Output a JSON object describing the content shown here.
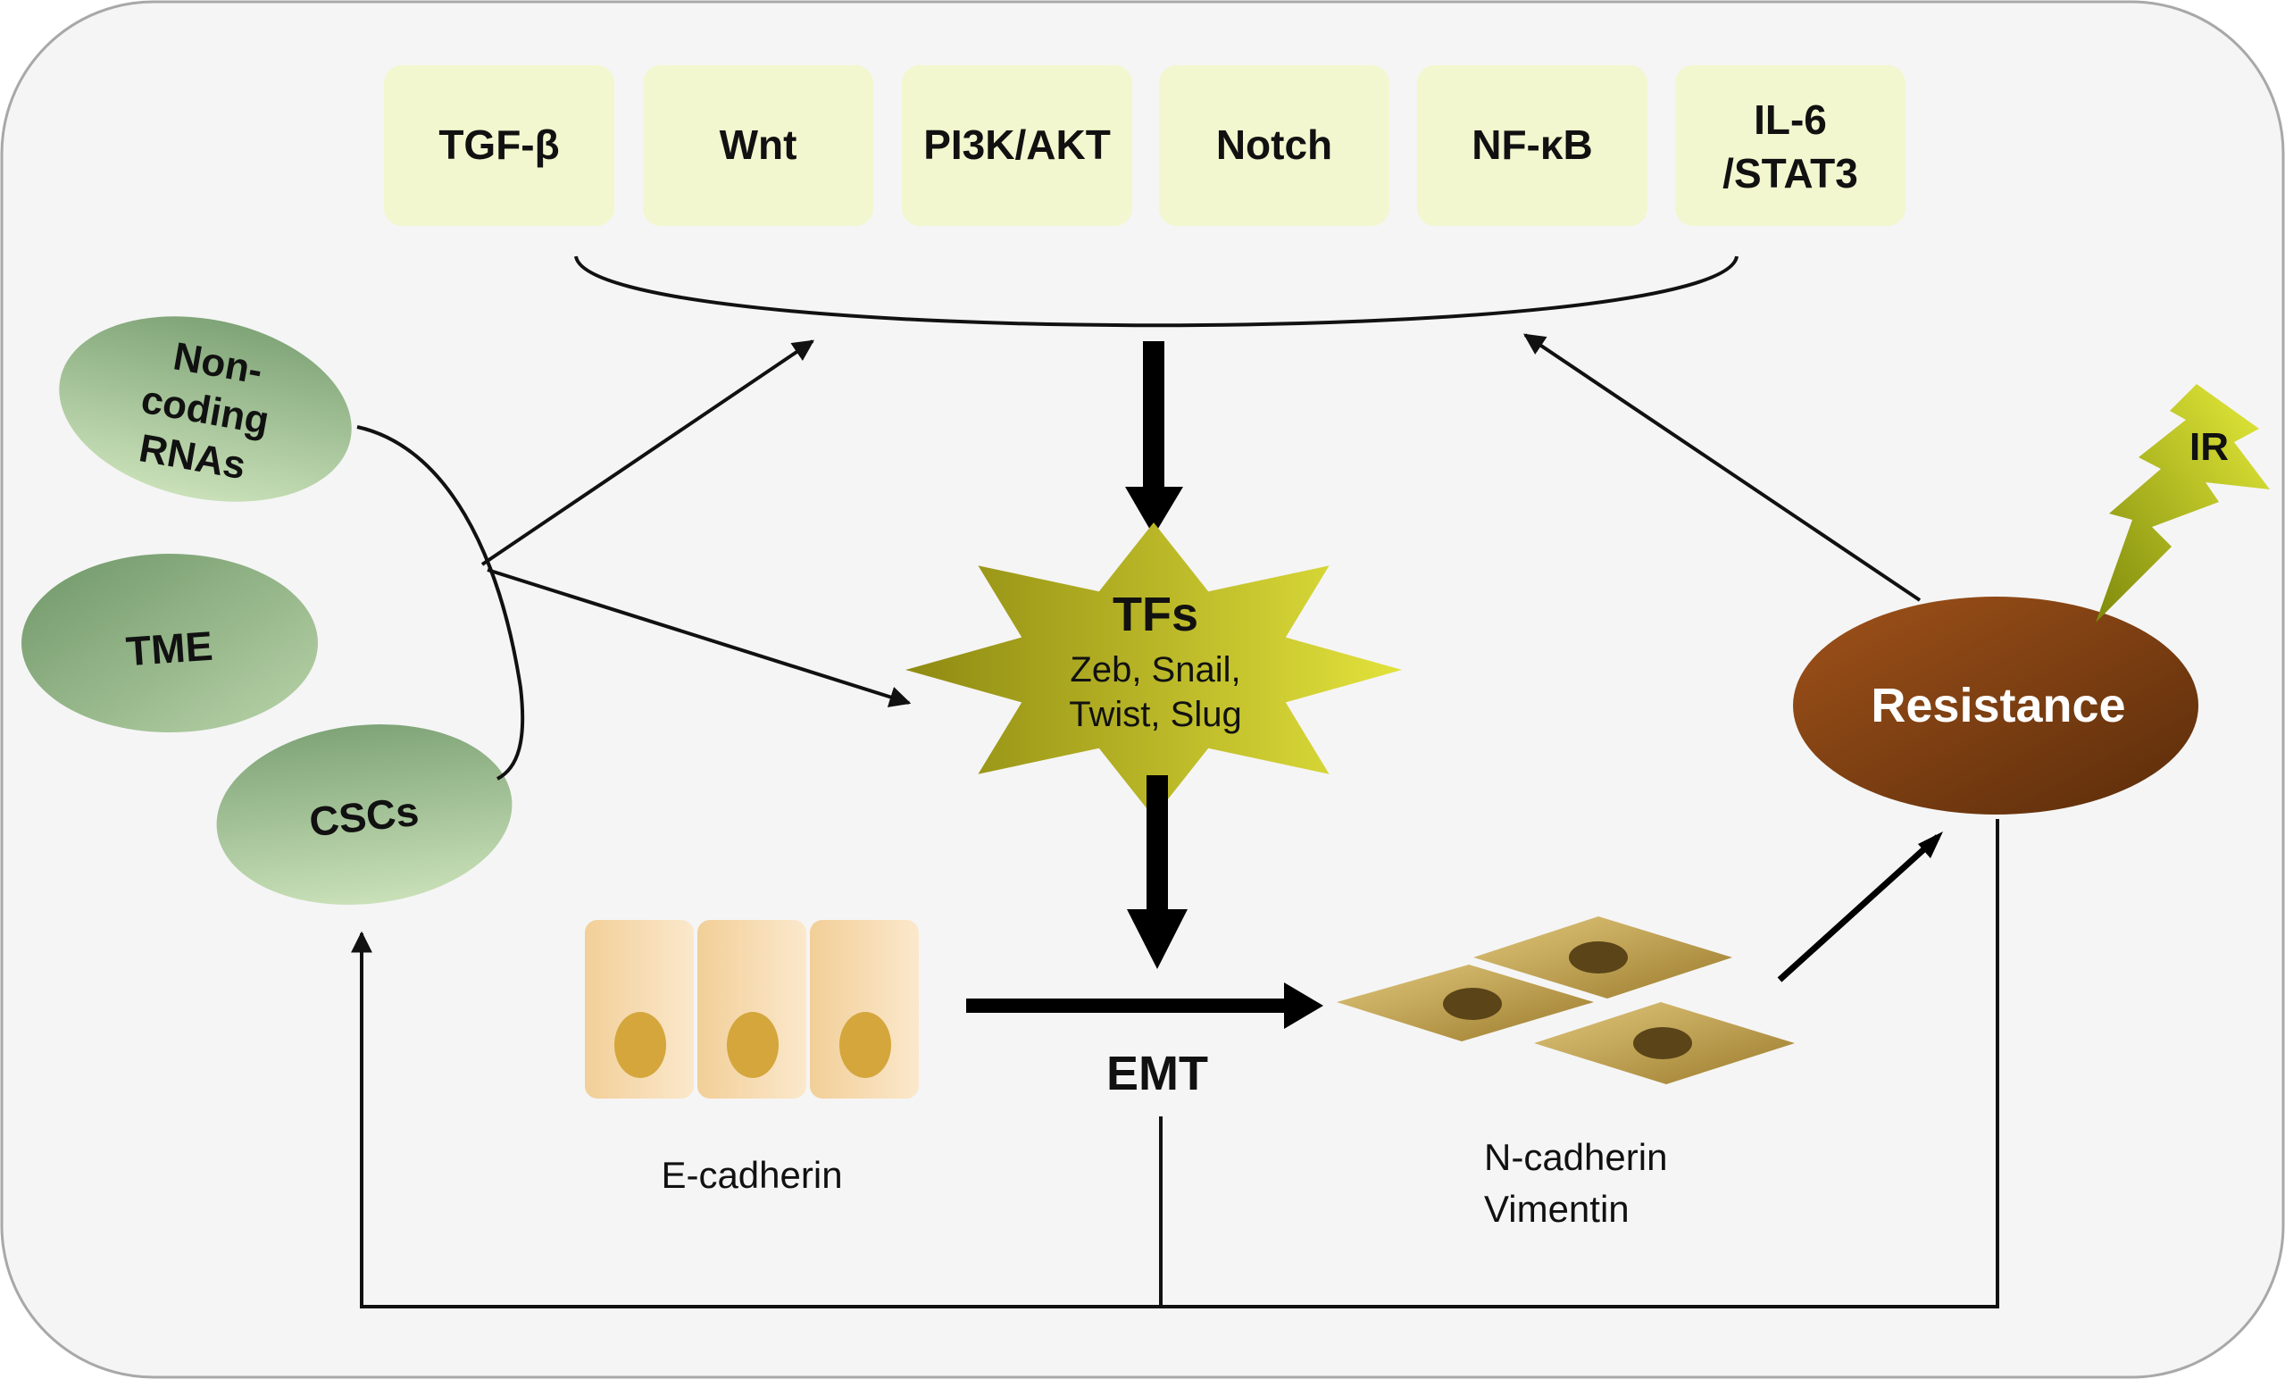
{
  "pathways": [
    "TGF-β",
    "Wnt",
    "PI3K/AKT",
    "Notch",
    "NF-κB",
    "IL-6",
    "/STAT3"
  ],
  "modulators": {
    "ncrna_line1": "Non-",
    "ncrna_line2": "coding",
    "ncrna_line3": "RNAs",
    "tme": "TME",
    "cscs": "CSCs"
  },
  "tfs": {
    "title": "TFs",
    "line1": "Zeb, Snail,",
    "line2": "Twist, Slug"
  },
  "emt": "EMT",
  "epithelial_marker": "E-cadherin",
  "mesenchymal_markers": [
    "N-cadherin",
    "Vimentin"
  ],
  "resistance": "Resistance",
  "ir": "IR",
  "colors": {
    "panel_bg": "#f5f5f5",
    "pathway_box": "#f2f7cf",
    "ellipse_green_light": "#c5ddb5",
    "ellipse_green_dark": "#7fa477",
    "tfs_star_dark": "#8f8a12",
    "tfs_star_light": "#e2e23c",
    "resistance_light": "#a0521a",
    "resistance_dark": "#5a2c0a",
    "epithelial_cell": "#f6d9ab",
    "epithelial_nucleus": "#d4a63c",
    "mesenchymal_cell": "#c8a752",
    "mesenchymal_nucleus": "#5a4418",
    "ir_bolt": "#b4bc12",
    "resistance_text": "#ffffff"
  }
}
